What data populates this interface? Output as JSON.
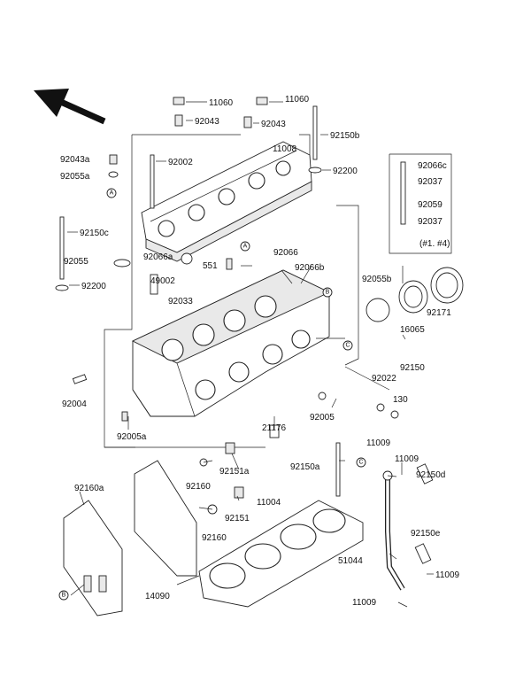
{
  "labels": {
    "p11060a": "11060",
    "p11060b": "11060",
    "p92043a": "92043",
    "p92043b": "92043",
    "p92150b": "92150b",
    "p11008": "11008",
    "p92043aa": "92043a",
    "p92055a": "92055a",
    "p92002": "92002",
    "p92200a": "92200",
    "p92066c": "92066c",
    "p92037a": "92037",
    "p92059": "92059",
    "p92037b": "92037",
    "note14": "(#1. #4)",
    "p92150c": "92150c",
    "p92055": "92055",
    "p92066a": "92066a",
    "p551": "551",
    "p92066": "92066",
    "p49002": "49002",
    "p92066b": "92066b",
    "p92200b": "92200",
    "p92055b": "92055b",
    "p92033": "92033",
    "p16065": "16065",
    "p92171": "92171",
    "p92150": "92150",
    "p92004": "92004",
    "p92022": "92022",
    "p130": "130",
    "p92005": "92005",
    "p92005a": "92005a",
    "p21176": "21176",
    "p11009a": "11009",
    "p11009b": "11009",
    "p92150a": "92150a",
    "p92151a": "92151a",
    "p92160a": "92160a",
    "p92160": "92160",
    "p92150d": "92150d",
    "p11004": "11004",
    "p92151": "92151",
    "p92160b": "92160",
    "p92150e": "92150e",
    "p51044": "51044",
    "p11009c": "11009",
    "p14090": "14090",
    "p11009d": "11009"
  },
  "markers": {
    "A": "A",
    "B": "B",
    "C": "C"
  }
}
